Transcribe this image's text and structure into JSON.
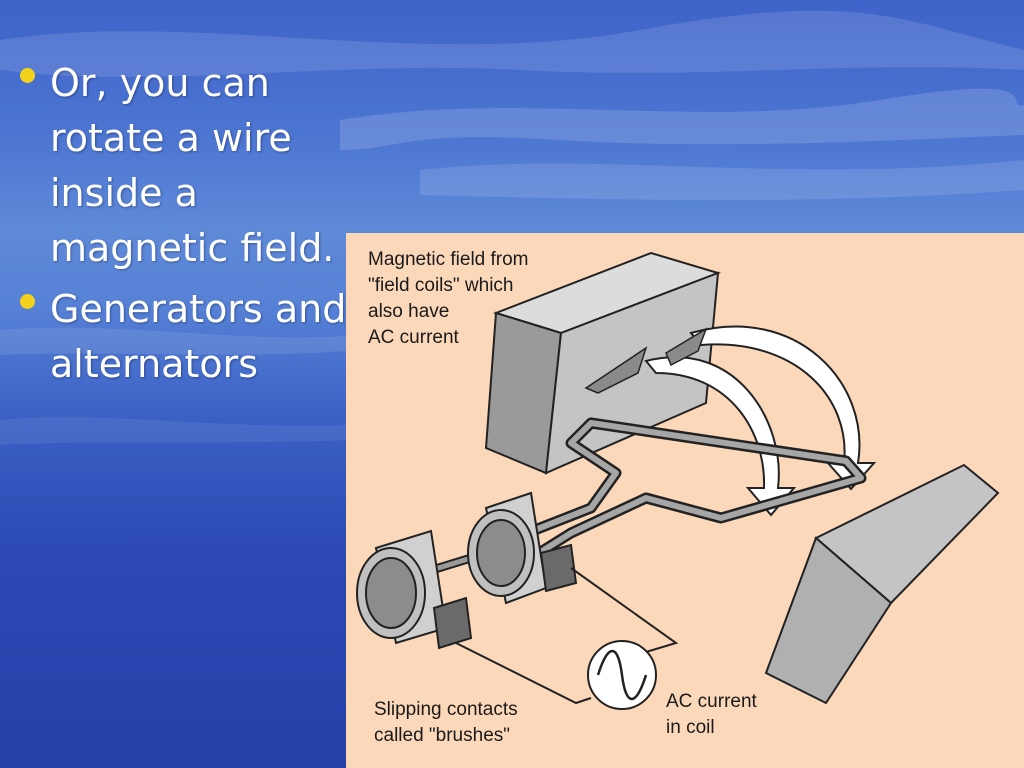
{
  "bullets": [
    "Or, you can rotate a wire inside a magnetic field.",
    "Generators and alternators"
  ],
  "diagram": {
    "label_field": "Magnetic field from\n\"field coils\" which\nalso have\nAC current",
    "label_brushes": "Slipping contacts\ncalled \"brushes\"",
    "label_coil": "AC current\nin coil"
  },
  "colors": {
    "bullet": "#f2d21c",
    "figure_background": "#fcd8bb",
    "magnet": "#c8c8c8"
  }
}
